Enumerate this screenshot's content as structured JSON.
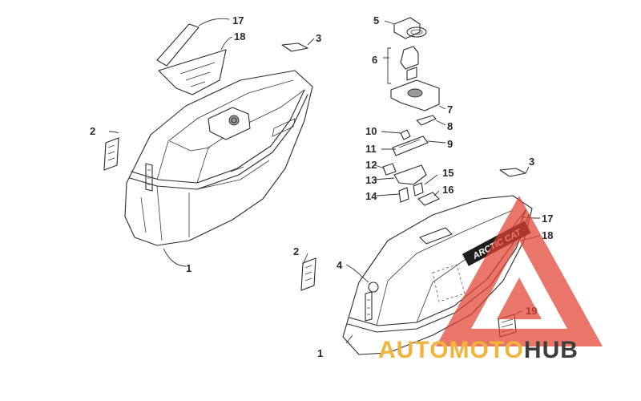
{
  "callouts": {
    "c1a": "1",
    "c1b": "1",
    "c2a": "2",
    "c2b": "2",
    "c3a": "3",
    "c3b": "3",
    "c4": "4",
    "c5": "5",
    "c6": "6",
    "c7": "7",
    "c8": "8",
    "c9": "9",
    "c10": "10",
    "c11": "11",
    "c12": "12",
    "c13": "13",
    "c14": "14",
    "c15": "15",
    "c16": "16",
    "c17a": "17",
    "c17b": "17",
    "c18a": "18",
    "c18b": "18",
    "c19": "19"
  },
  "decal": {
    "brand": "ARCTIC CAT"
  },
  "watermark": {
    "part1": "AUTO",
    "part2": "MOTO",
    "part3": "HUB",
    "color_auto": "#f0b43c",
    "color_moto": "#f0b43c",
    "color_hub": "#3d3d3d",
    "triangle_color": "#e0412f"
  }
}
